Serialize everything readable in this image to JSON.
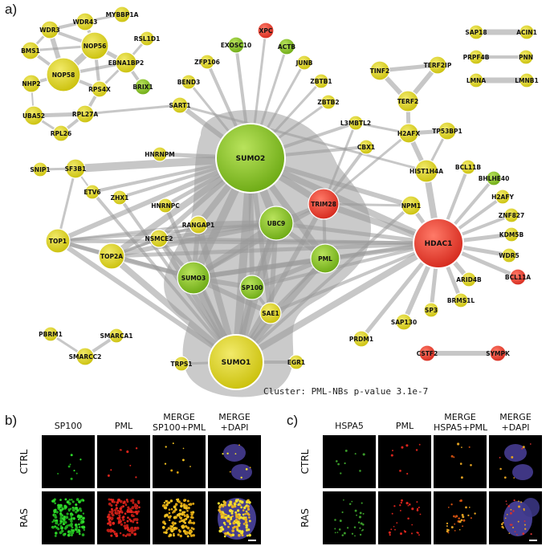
{
  "panels": {
    "a": "a)",
    "b": "b)",
    "c": "c)"
  },
  "network": {
    "caption": "Cluster: PML-NBs p-value 3.1e-7",
    "colors": {
      "yellow": "#d8cf14",
      "green": "#8cc21d",
      "red": "#e63b2c",
      "edge": "#9a9a9a",
      "cluster": "#b8b8b8"
    },
    "nodes": [
      {
        "id": "WDR3",
        "color": "yellow"
      },
      {
        "id": "WDR43",
        "color": "yellow"
      },
      {
        "id": "MYBBP1A",
        "color": "yellow"
      },
      {
        "id": "BMS1",
        "color": "yellow"
      },
      {
        "id": "NOP56",
        "color": "yellow"
      },
      {
        "id": "RSL1D1",
        "color": "yellow"
      },
      {
        "id": "EBNA1BP2",
        "color": "yellow"
      },
      {
        "id": "NOP58",
        "color": "yellow"
      },
      {
        "id": "NHP2",
        "color": "yellow"
      },
      {
        "id": "RPS4X",
        "color": "yellow"
      },
      {
        "id": "BRIX1",
        "color": "green"
      },
      {
        "id": "UBA52",
        "color": "yellow"
      },
      {
        "id": "RPL27A",
        "color": "yellow"
      },
      {
        "id": "RPL26",
        "color": "yellow"
      },
      {
        "id": "EXOSC10",
        "color": "green"
      },
      {
        "id": "XPC",
        "color": "red"
      },
      {
        "id": "ACTB",
        "color": "green"
      },
      {
        "id": "ZFP106",
        "color": "yellow"
      },
      {
        "id": "JUNB",
        "color": "yellow"
      },
      {
        "id": "BEND3",
        "color": "yellow"
      },
      {
        "id": "ZBTB1",
        "color": "yellow"
      },
      {
        "id": "ZBTB2",
        "color": "yellow"
      },
      {
        "id": "SART1",
        "color": "yellow"
      },
      {
        "id": "L3MBTL2",
        "color": "yellow"
      },
      {
        "id": "CBX1",
        "color": "yellow"
      },
      {
        "id": "SUMO2",
        "color": "green"
      },
      {
        "id": "HNRNPM",
        "color": "yellow"
      },
      {
        "id": "SNIP1",
        "color": "yellow"
      },
      {
        "id": "SF3B1",
        "color": "yellow"
      },
      {
        "id": "ETV6",
        "color": "yellow"
      },
      {
        "id": "ZHX1",
        "color": "yellow"
      },
      {
        "id": "HNRNPC",
        "color": "yellow"
      },
      {
        "id": "TRIM28",
        "color": "red"
      },
      {
        "id": "NPM1",
        "color": "yellow"
      },
      {
        "id": "UBC9",
        "color": "green"
      },
      {
        "id": "RANGAP1",
        "color": "yellow"
      },
      {
        "id": "NSMCE2",
        "color": "yellow"
      },
      {
        "id": "TOP1",
        "color": "yellow"
      },
      {
        "id": "TOP2A",
        "color": "yellow"
      },
      {
        "id": "PML",
        "color": "green"
      },
      {
        "id": "SUMO3",
        "color": "green"
      },
      {
        "id": "SP100",
        "color": "green"
      },
      {
        "id": "SAE1",
        "color": "yellow"
      },
      {
        "id": "SUMO1",
        "color": "yellow"
      },
      {
        "id": "TRPS1",
        "color": "yellow"
      },
      {
        "id": "EGR1",
        "color": "yellow"
      },
      {
        "id": "PRDM1",
        "color": "yellow"
      },
      {
        "id": "SAP130",
        "color": "yellow"
      },
      {
        "id": "SP3",
        "color": "yellow"
      },
      {
        "id": "BRMS1L",
        "color": "yellow"
      },
      {
        "id": "ARID4B",
        "color": "yellow"
      },
      {
        "id": "HDAC1",
        "color": "red"
      },
      {
        "id": "BCL11A",
        "color": "red"
      },
      {
        "id": "WDR5",
        "color": "yellow"
      },
      {
        "id": "KDM5B",
        "color": "yellow"
      },
      {
        "id": "ZNF827",
        "color": "yellow"
      },
      {
        "id": "H2AFY",
        "color": "yellow"
      },
      {
        "id": "BHLHE40",
        "color": "green"
      },
      {
        "id": "BCL11B",
        "color": "yellow"
      },
      {
        "id": "HIST1H4A",
        "color": "yellow"
      },
      {
        "id": "H2AFX",
        "color": "yellow"
      },
      {
        "id": "TP53BP1",
        "color": "yellow"
      },
      {
        "id": "TERF2",
        "color": "yellow"
      },
      {
        "id": "TINF2",
        "color": "yellow"
      },
      {
        "id": "TERF2IP",
        "color": "yellow"
      },
      {
        "id": "SAP18",
        "color": "yellow"
      },
      {
        "id": "ACIN1",
        "color": "yellow"
      },
      {
        "id": "PRPF4B",
        "color": "yellow"
      },
      {
        "id": "PNN",
        "color": "yellow"
      },
      {
        "id": "LMNA",
        "color": "yellow"
      },
      {
        "id": "LMNB1",
        "color": "yellow"
      },
      {
        "id": "PBRM1",
        "color": "yellow"
      },
      {
        "id": "SMARCA1",
        "color": "yellow"
      },
      {
        "id": "SMARCC2",
        "color": "yellow"
      },
      {
        "id": "CSTF2",
        "color": "red"
      },
      {
        "id": "SYMPK",
        "color": "red"
      }
    ]
  },
  "panel_b": {
    "columns": [
      "SP100",
      "PML",
      "MERGE SP100+PML",
      "MERGE +DAPI"
    ],
    "rows": [
      "CTRL",
      "RAS"
    ]
  },
  "panel_c": {
    "columns": [
      "HSPA5",
      "PML",
      "MERGE HSPA5+PML",
      "MERGE +DAPI"
    ],
    "rows": [
      "CTRL",
      "RAS"
    ]
  }
}
